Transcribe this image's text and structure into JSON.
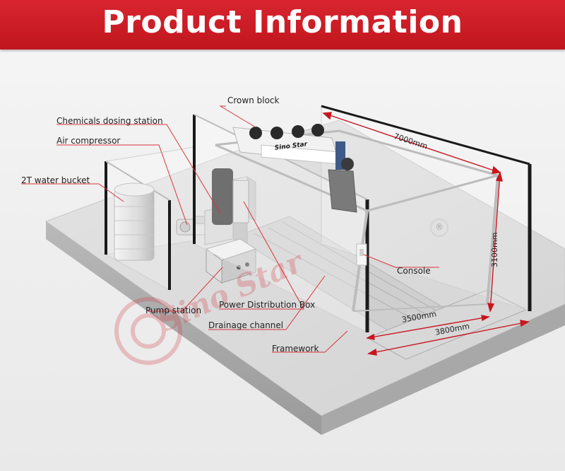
{
  "header": {
    "title": "Product Information"
  },
  "labels": {
    "crown_block": "Crown block",
    "chemicals_dosing_station": "Chemicals dosing station",
    "air_compressor": "Air compressor",
    "water_bucket": "2T water bucket",
    "console": "Console",
    "pump_station": "Pump station",
    "power_distribution_box": "Power Distribution Box",
    "drainage_channel": "Drainage channel",
    "framework": "Framework"
  },
  "dimensions": {
    "length": "7000mm",
    "height": "3100mm",
    "inner_width": "3500mm",
    "outer_width": "3800mm"
  },
  "brand": {
    "logo_text": "Sino Star",
    "watermark_text": "Sino Star",
    "registered_mark": "®"
  },
  "colors": {
    "banner": "#c8161e",
    "leader_line": "#d9343c",
    "dimension_line": "#c8161e",
    "glass_edge": "#1a1a1a"
  }
}
